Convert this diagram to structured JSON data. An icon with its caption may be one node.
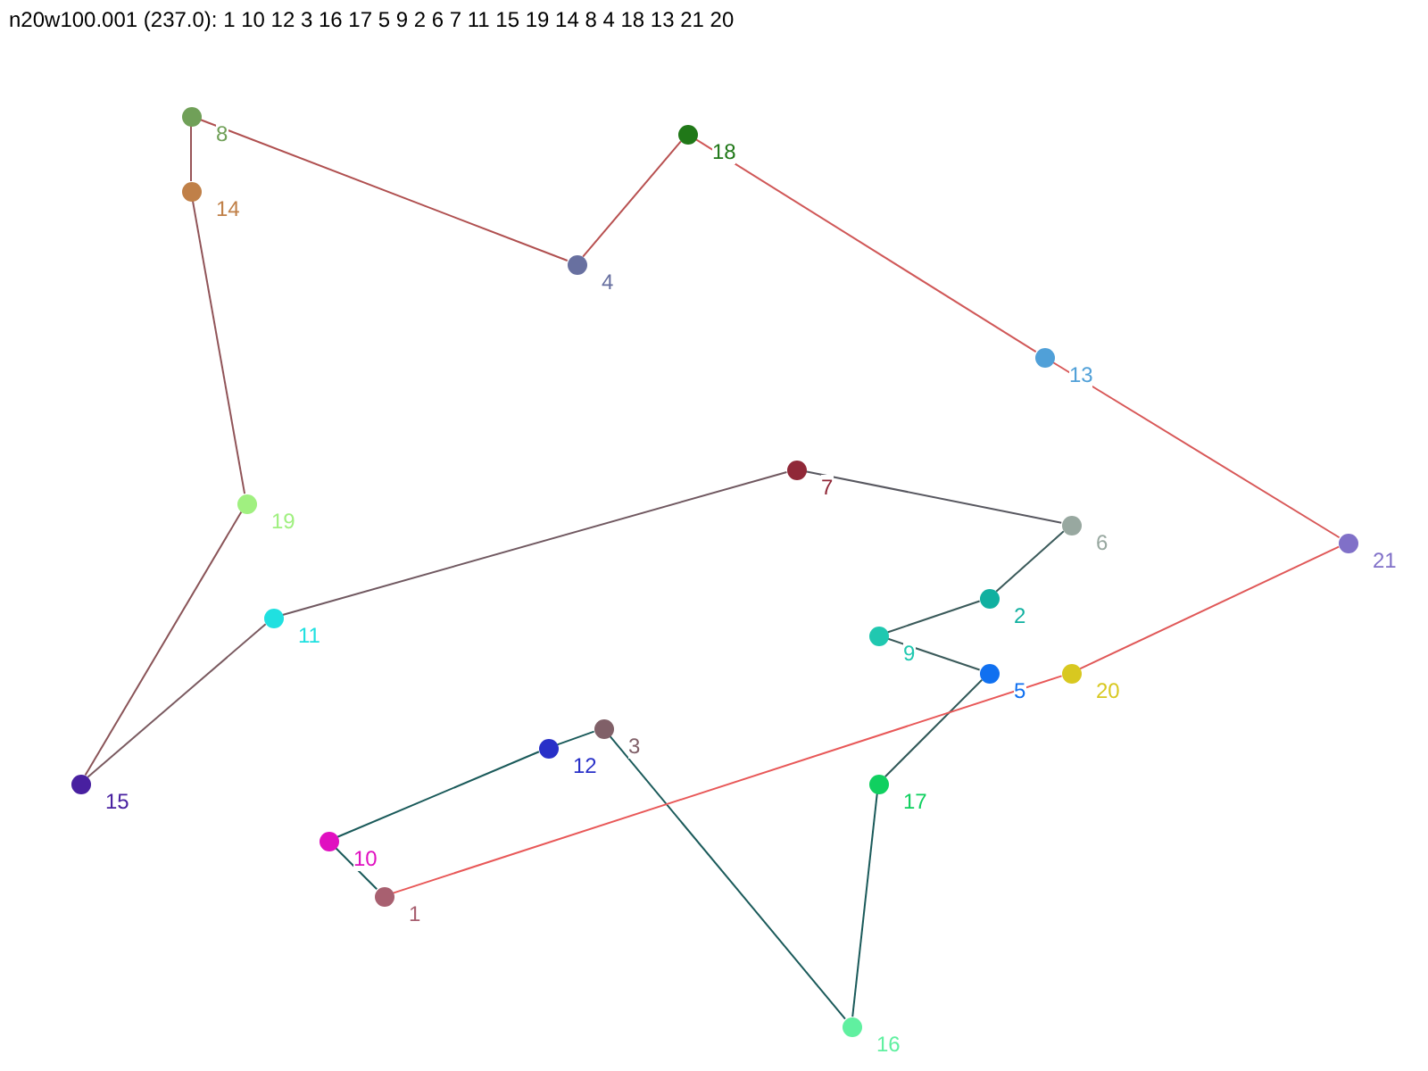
{
  "diagram": {
    "title": "n20w100.001 (237.0): 1 10 12 3 16 17 5 9 2 6 7 11 15 19 14 8 4 18 13 21 20",
    "nodes": [
      {
        "text": [],
        "shape": "circle",
        "beside": [
          "1"
        ]
      },
      {
        "text": [],
        "shape": "circle",
        "beside": [
          "2"
        ]
      },
      {
        "text": [],
        "shape": "circle",
        "beside": [
          "3"
        ]
      },
      {
        "text": [],
        "shape": "circle",
        "beside": [
          "4"
        ]
      },
      {
        "text": [],
        "shape": "circle",
        "beside": [
          "5"
        ]
      },
      {
        "text": [],
        "shape": "circle",
        "beside": [
          "6"
        ]
      },
      {
        "text": [],
        "shape": "circle",
        "beside": [
          "7"
        ]
      },
      {
        "text": [],
        "shape": "circle",
        "beside": [
          "8"
        ]
      },
      {
        "text": [],
        "shape": "circle",
        "beside": [
          "9"
        ]
      },
      {
        "text": [],
        "shape": "circle",
        "beside": [
          "10"
        ]
      },
      {
        "text": [],
        "shape": "circle",
        "beside": [
          "11"
        ]
      },
      {
        "text": [],
        "shape": "circle",
        "beside": [
          "12"
        ]
      },
      {
        "text": [],
        "shape": "circle",
        "beside": [
          "13"
        ]
      },
      {
        "text": [],
        "shape": "circle",
        "beside": [
          "14"
        ]
      },
      {
        "text": [],
        "shape": "circle",
        "beside": [
          "15"
        ]
      },
      {
        "text": [],
        "shape": "circle",
        "beside": [
          "16"
        ]
      },
      {
        "text": [],
        "shape": "circle",
        "beside": [
          "17"
        ]
      },
      {
        "text": [],
        "shape": "circle",
        "beside": [
          "18"
        ]
      },
      {
        "text": [],
        "shape": "circle",
        "beside": [
          "19"
        ]
      },
      {
        "text": [],
        "shape": "circle",
        "beside": [
          "20"
        ]
      },
      {
        "text": [],
        "shape": "circle",
        "beside": [
          "21"
        ]
      }
    ],
    "edges": [
      {
        "from": 0,
        "to": 9,
        "arrow": "none",
        "color": "#1a5a5a"
      },
      {
        "from": 9,
        "to": 11,
        "arrow": "none",
        "color": "#1a5a5a"
      },
      {
        "from": 11,
        "to": 2,
        "arrow": "none",
        "color": "#1a5a5a"
      },
      {
        "from": 2,
        "to": 15,
        "arrow": "none",
        "color": "#1a5a5a"
      },
      {
        "from": 15,
        "to": 16,
        "arrow": "none",
        "color": "#1a5a5a"
      },
      {
        "from": 16,
        "to": 4,
        "arrow": "none",
        "color": "#305858"
      },
      {
        "from": 4,
        "to": 8,
        "arrow": "none",
        "color": "#3a5a5a"
      },
      {
        "from": 8,
        "to": 1,
        "arrow": "none",
        "color": "#3a5a5a"
      },
      {
        "from": 1,
        "to": 5,
        "arrow": "none",
        "color": "#3a5a5a"
      },
      {
        "from": 5,
        "to": 6,
        "arrow": "none",
        "color": "#585860"
      },
      {
        "from": 6,
        "to": 10,
        "arrow": "none",
        "color": "#705860"
      },
      {
        "from": 10,
        "to": 14,
        "arrow": "none",
        "color": "#7a5a60"
      },
      {
        "from": 14,
        "to": 18,
        "arrow": "none",
        "color": "#8a5458"
      },
      {
        "from": 18,
        "to": 13,
        "arrow": "none",
        "color": "#905458"
      },
      {
        "from": 13,
        "to": 7,
        "arrow": "none",
        "color": "#985458"
      },
      {
        "from": 7,
        "to": 3,
        "arrow": "none",
        "color": "#b05050"
      },
      {
        "from": 3,
        "to": 17,
        "arrow": "none",
        "color": "#b85050"
      },
      {
        "from": 17,
        "to": 12,
        "arrow": "none",
        "color": "#d05858"
      },
      {
        "from": 12,
        "to": 20,
        "arrow": "none",
        "color": "#d85858"
      },
      {
        "from": 20,
        "to": 19,
        "arrow": "none",
        "color": "#e05858"
      },
      {
        "from": 19,
        "to": 0,
        "arrow": "none",
        "color": "#e85858"
      }
    ]
  }
}
